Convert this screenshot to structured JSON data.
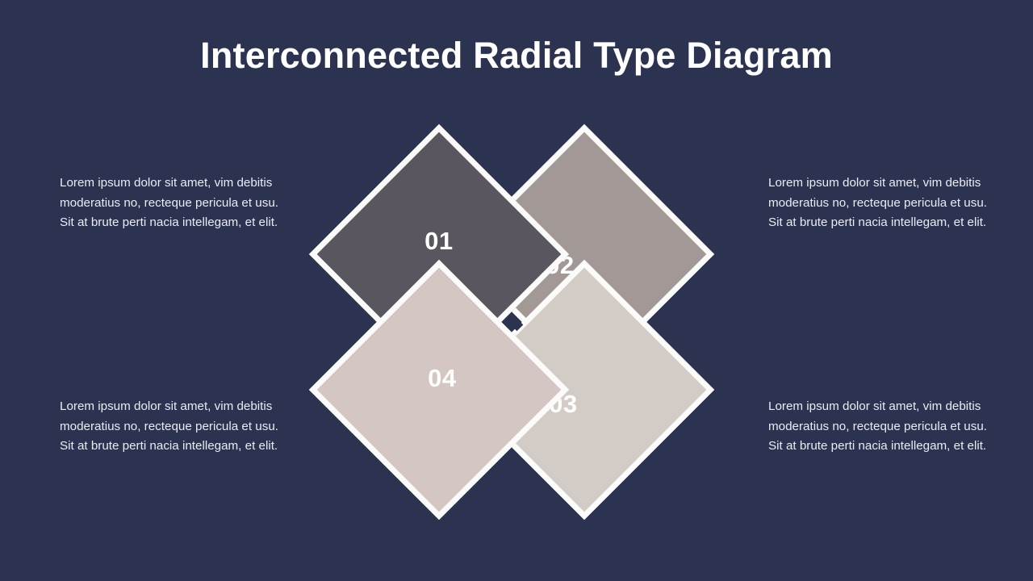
{
  "slide": {
    "background_color": "#2b3350",
    "title": "Interconnected Radial Type Diagram"
  },
  "theme": {
    "background": "#2b3350",
    "title_color": "#ffffff",
    "body_text_color": "#e9ecf3",
    "border_color": "#fbfbfa",
    "label_color": "#ffffff"
  },
  "body_text": "Lorem ipsum dolor sit amet, vim debitis moderatius no, recteque pericula et usu. Sit at brute perti nacia intellegam, et elit.",
  "diagram": {
    "type": "interconnected-radial-diamonds",
    "segments": [
      {
        "id": "01",
        "label": "01",
        "fill": "#595660",
        "position": "top-left",
        "text": "Lorem ipsum dolor sit amet, vim debitis moderatius no, recteque pericula et usu. Sit at brute perti nacia intellegam, et elit."
      },
      {
        "id": "02",
        "label": "02",
        "fill": "#a29896",
        "position": "top-right",
        "text": "Lorem ipsum dolor sit amet, vim debitis moderatius no, recteque pericula et usu. Sit at brute perti nacia intellegam, et elit."
      },
      {
        "id": "03",
        "label": "03",
        "fill": "#d3ccc6",
        "position": "bottom-right",
        "text": "Lorem ipsum dolor sit amet, vim debitis moderatius no, recteque pericula et usu. Sit at brute perti nacia intellegam, et elit."
      },
      {
        "id": "04",
        "label": "04",
        "fill": "#d4c6c2",
        "position": "bottom-left",
        "text": "Lorem ipsum dolor sit amet, vim debitis moderatius no, recteque pericula et usu. Sit at brute perti nacia intellegam, et elit."
      }
    ]
  }
}
